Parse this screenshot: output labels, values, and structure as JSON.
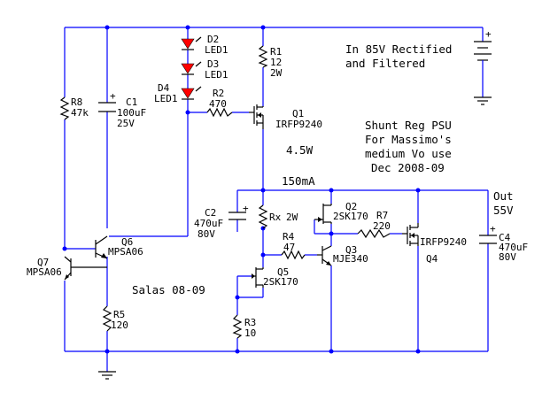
{
  "notes": {
    "supply_line1": "In 85V Rectified",
    "supply_line2": "and Filtered",
    "title_line1": "Shunt Reg PSU",
    "title_line2": "For Massimo's",
    "title_line3": "medium Vo use",
    "title_line4": "Dec 2008-09",
    "author": "Salas 08-09",
    "current": "150mA",
    "power": "4.5W",
    "output_line1": "Out",
    "output_line2": "55V"
  },
  "components": {
    "r1": {
      "name": "R1",
      "value": "12",
      "rating": "2W"
    },
    "r2": {
      "name": "R2",
      "value": "470"
    },
    "r3": {
      "name": "R3",
      "value": "10"
    },
    "r4": {
      "name": "R4",
      "value": "47"
    },
    "r5": {
      "name": "R5",
      "value": "120"
    },
    "r7": {
      "name": "R7",
      "value": "220"
    },
    "r8": {
      "name": "R8",
      "value": "47k"
    },
    "rx": {
      "name": "Rx",
      "rating": "2W"
    },
    "c1": {
      "name": "C1",
      "value": "100uF",
      "rating": "25V",
      "polarity": "+"
    },
    "c2": {
      "name": "C2",
      "value": "470uF",
      "rating": "80V",
      "polarity": "+"
    },
    "c4": {
      "name": "C4",
      "value": "470uF",
      "rating": "80V",
      "polarity": "+"
    },
    "d2": {
      "name": "D2",
      "type": "LED1"
    },
    "d3": {
      "name": "D3",
      "type": "LED1"
    },
    "d4": {
      "name": "D4",
      "type": "LED1"
    },
    "q1": {
      "name": "Q1",
      "part": "IRFP9240"
    },
    "q2": {
      "name": "Q2",
      "part": "2SK170"
    },
    "q3": {
      "name": "Q3",
      "part": "MJE340"
    },
    "q4": {
      "name": "Q4",
      "part": "IRFP9240"
    },
    "q5": {
      "name": "Q5",
      "part": "2SK170"
    },
    "q6": {
      "name": "Q6",
      "part": "MPSA06"
    },
    "q7": {
      "name": "Q7",
      "part": "MPSA06"
    },
    "battery": {
      "polarity": "+"
    }
  },
  "colors": {
    "wire": "#0000ff",
    "component": "#000000",
    "led": "#ff0000"
  }
}
